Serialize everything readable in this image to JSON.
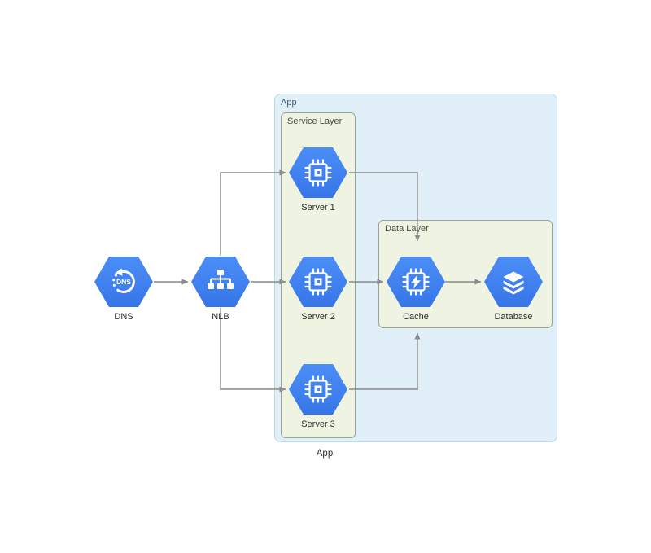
{
  "containers": {
    "app": {
      "label": "App"
    },
    "service_layer": {
      "label": "Service Layer"
    },
    "data_layer": {
      "label": "Data Layer"
    }
  },
  "caption": "App",
  "nodes": {
    "dns": {
      "label": "DNS",
      "icon": "dns-icon",
      "icon_text": "DNS"
    },
    "nlb": {
      "label": "NLB",
      "icon": "load-balancer-icon"
    },
    "server1": {
      "label": "Server 1",
      "icon": "compute-chip-icon"
    },
    "server2": {
      "label": "Server 2",
      "icon": "compute-chip-icon"
    },
    "server3": {
      "label": "Server 3",
      "icon": "compute-chip-icon"
    },
    "cache": {
      "label": "Cache",
      "icon": "cache-bolt-icon"
    },
    "database": {
      "label": "Database",
      "icon": "database-stack-icon"
    }
  },
  "edges": [
    {
      "from": "DNS",
      "to": "NLB"
    },
    {
      "from": "NLB",
      "to": "Server 1"
    },
    {
      "from": "NLB",
      "to": "Server 2"
    },
    {
      "from": "NLB",
      "to": "Server 3"
    },
    {
      "from": "Server 1",
      "to": "Data Layer"
    },
    {
      "from": "Server 2",
      "to": "Cache"
    },
    {
      "from": "Server 3",
      "to": "Data Layer"
    },
    {
      "from": "Cache",
      "to": "Database"
    }
  ],
  "colors": {
    "hex_blue": "#4285f4",
    "hex_blue_light": "#4b8ef7",
    "hex_blue_dark": "#3775e8",
    "icon": "#ffffff",
    "app_bg": "#e1eff9",
    "app_border": "#bcd9ea",
    "layer_bg": "#eef3e2",
    "layer_border": "#9aa496",
    "arrow": "#8a8a8a",
    "node_label": "#2b2b2b",
    "layer_label": "#44503f",
    "app_label": "#3c5a74"
  }
}
